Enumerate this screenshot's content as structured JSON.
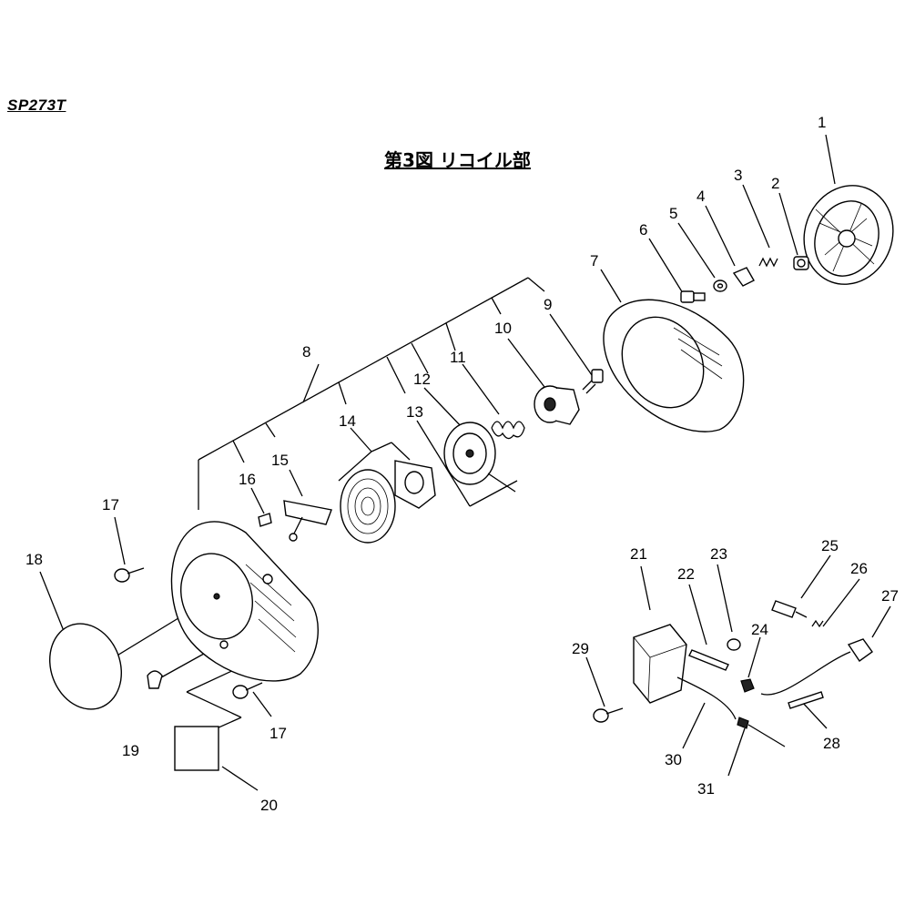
{
  "model": "SP273T",
  "title": "第3図  リコイル部",
  "callouts": [
    {
      "n": "1"
    },
    {
      "n": "2"
    },
    {
      "n": "3"
    },
    {
      "n": "4"
    },
    {
      "n": "5"
    },
    {
      "n": "6"
    },
    {
      "n": "7"
    },
    {
      "n": "8"
    },
    {
      "n": "9"
    },
    {
      "n": "10"
    },
    {
      "n": "11"
    },
    {
      "n": "12"
    },
    {
      "n": "13"
    },
    {
      "n": "14"
    },
    {
      "n": "15"
    },
    {
      "n": "16"
    },
    {
      "n": "17"
    },
    {
      "n": "17"
    },
    {
      "n": "18"
    },
    {
      "n": "19"
    },
    {
      "n": "20"
    },
    {
      "n": "21"
    },
    {
      "n": "22"
    },
    {
      "n": "23"
    },
    {
      "n": "24"
    },
    {
      "n": "25"
    },
    {
      "n": "26"
    },
    {
      "n": "27"
    },
    {
      "n": "28"
    },
    {
      "n": "29"
    },
    {
      "n": "30"
    },
    {
      "n": "31"
    }
  ]
}
